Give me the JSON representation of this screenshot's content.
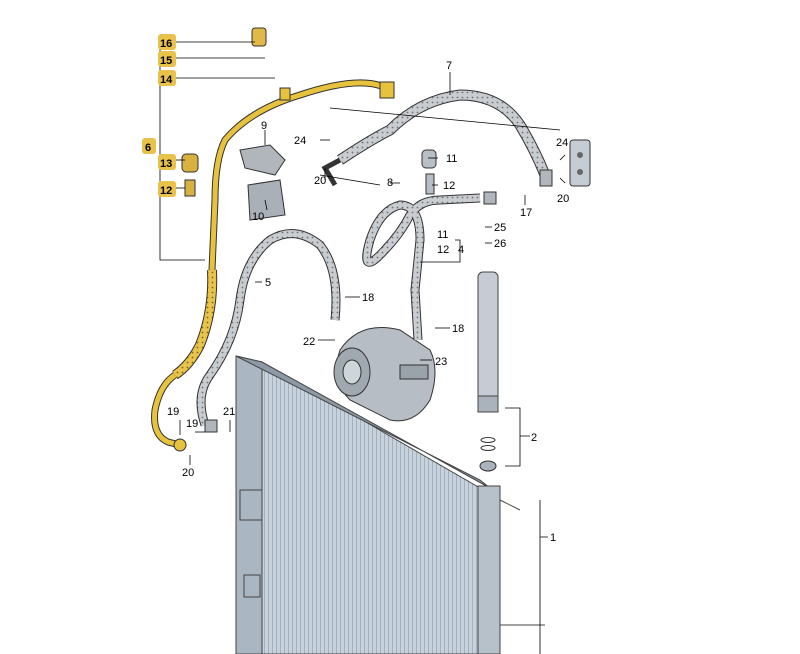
{
  "colors": {
    "highlight_hose": "#e7c23d",
    "highlight_label_bg": "#e8c24a",
    "hose": "#b9bec4",
    "metal": "#9aa1a8",
    "radiator": "#9fb0bf",
    "line": "#000000"
  },
  "labels": {
    "l16": "16",
    "l15": "15",
    "l14": "14",
    "l6": "6",
    "l13": "13",
    "l12a": "12",
    "l7": "7",
    "l9": "9",
    "l24a": "24",
    "l20a": "20",
    "l8": "8",
    "l11a": "11",
    "l12b": "12",
    "l24b": "24",
    "l20b": "20",
    "l17": "17",
    "l10": "10",
    "l25": "25",
    "l26": "26",
    "l11b": "11",
    "l12c": "12",
    "l4": "4",
    "l5": "5",
    "l18a": "18",
    "l18b": "18",
    "l22": "22",
    "l23": "23",
    "l19a": "19",
    "l19b": "19",
    "l21": "21",
    "l20c": "20",
    "l2": "2",
    "l1": "1"
  }
}
